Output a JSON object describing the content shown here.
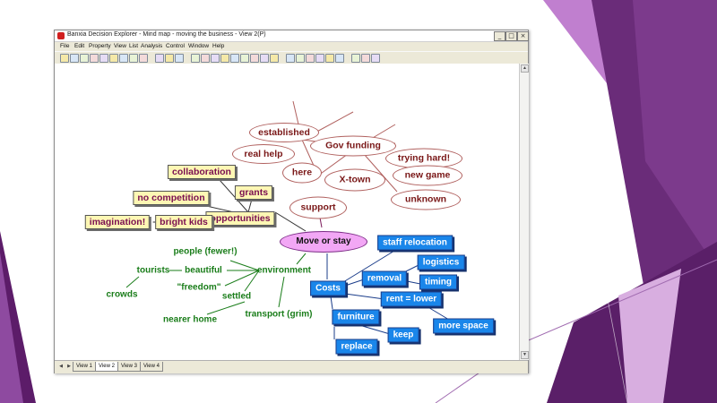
{
  "window": {
    "title": "Banxia Decision Explorer - Mind map - moving the business - View 2(P)",
    "controls": {
      "minimize": "_",
      "maximize": "□",
      "close": "×"
    }
  },
  "menu": [
    "File",
    "Edit",
    "Property",
    "View",
    "List",
    "Analysis",
    "Control",
    "Window",
    "Help"
  ],
  "toolbar_icons": [
    "new-icon",
    "open-icon",
    "save-icon",
    "save-as-icon",
    "print-icon",
    "print-preview-icon",
    "copy-icon",
    "paste-icon",
    "undo-icon",
    "pointer-icon",
    "map-icon",
    "layout-icon",
    "hash-icon",
    "link-icon",
    "explore-icon",
    "sort-icon",
    "arrow-icon",
    "tool-icon",
    "brush-icon",
    "run-icon",
    "view-icon",
    "window-icon",
    "tile-icon",
    "cascade-icon",
    "list-icon",
    "grid-icon",
    "zoom-icon",
    "align-left-icon",
    "align-center-icon",
    "align-right-icon"
  ],
  "map": {
    "ellipse_nodes": {
      "established": "established",
      "real_help": "real help",
      "gov_funding": "Gov funding",
      "trying_hard": "trying hard!",
      "here": "here",
      "x_town": "X-town",
      "new_game": "new game",
      "unknown": "unknown",
      "support": "support"
    },
    "yellow_nodes": {
      "collaboration": "collaboration",
      "grants": "grants",
      "no_competition": "no competition",
      "opportunities": "opportunities",
      "imagination": "imagination!",
      "dash": "–",
      "bright_kids": "bright kids"
    },
    "central_node": "Move or stay",
    "green_nodes": {
      "people_fewer": "people (fewer!)",
      "tourists": "tourists",
      "beautiful": "beautiful",
      "environment": "environment",
      "crowds": "crowds",
      "freedom": "\"freedom\"",
      "settled": "settled",
      "nearer_home": "nearer home",
      "transport": "transport (grim)"
    },
    "blue_nodes": {
      "staff_relocation": "staff relocation",
      "logistics": "logistics",
      "removal": "removal",
      "timing": "timing",
      "costs": "Costs",
      "rent_lower": "rent = lower",
      "furniture": "furniture",
      "more_space": "more space",
      "keep": "keep",
      "replace": "replace"
    }
  },
  "tabs": [
    "View 1",
    "View 2",
    "View 3",
    "View 4"
  ],
  "colors": {
    "slide_purple": "#6a2c79",
    "slide_light_purple": "#c07fcf",
    "ellipse_text": "#7a1818",
    "yellow_fill": "#fdf7b4",
    "yellow_text": "#7a0e50",
    "blue_fill": "#1a86ea",
    "green_text": "#1a7d1a",
    "central_fill": "#f2a7f5"
  }
}
